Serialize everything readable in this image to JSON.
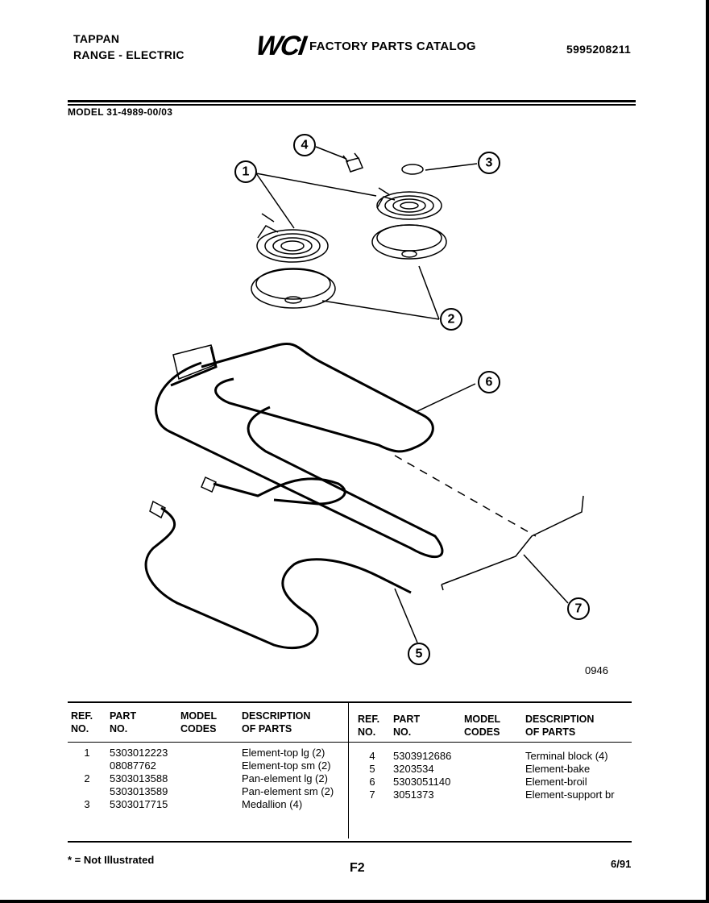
{
  "header": {
    "brand": "TAPPAN",
    "product": "RANGE - ELECTRIC",
    "logo_text": "WCI",
    "catalog_title": "FACTORY PARTS CATALOG",
    "catalog_number": "5995208211",
    "model": "MODEL 31-4989-00/03"
  },
  "diagram": {
    "callouts": [
      "1",
      "2",
      "3",
      "4",
      "5",
      "6",
      "7"
    ],
    "figure_code": "0946"
  },
  "table_headers": {
    "ref": [
      "REF.",
      "NO."
    ],
    "part": [
      "PART",
      "NO."
    ],
    "codes": [
      "MODEL",
      "CODES"
    ],
    "desc": [
      "DESCRIPTION",
      "OF PARTS"
    ]
  },
  "parts_left": [
    {
      "ref": "1",
      "part": "5303012223",
      "codes": "",
      "desc": "Element-top lg (2)"
    },
    {
      "ref": "",
      "part": "08087762",
      "codes": "",
      "desc": "Element-top sm (2)"
    },
    {
      "ref": "2",
      "part": "5303013588",
      "codes": "",
      "desc": "Pan-element lg (2)"
    },
    {
      "ref": "",
      "part": "5303013589",
      "codes": "",
      "desc": "Pan-element sm (2)"
    },
    {
      "ref": "3",
      "part": "5303017715",
      "codes": "",
      "desc": "Medallion (4)"
    }
  ],
  "parts_right": [
    {
      "ref": "4",
      "part": "5303912686",
      "codes": "",
      "desc": "Terminal block (4)"
    },
    {
      "ref": "5",
      "part": "3203534",
      "codes": "",
      "desc": "Element-bake"
    },
    {
      "ref": "6",
      "part": "5303051140",
      "codes": "",
      "desc": "Element-broil"
    },
    {
      "ref": "7",
      "part": "3051373",
      "codes": "",
      "desc": "Element-support br"
    }
  ],
  "footer": {
    "footnote": "* = Not Illustrated",
    "page": "F2",
    "date": "6/91"
  }
}
